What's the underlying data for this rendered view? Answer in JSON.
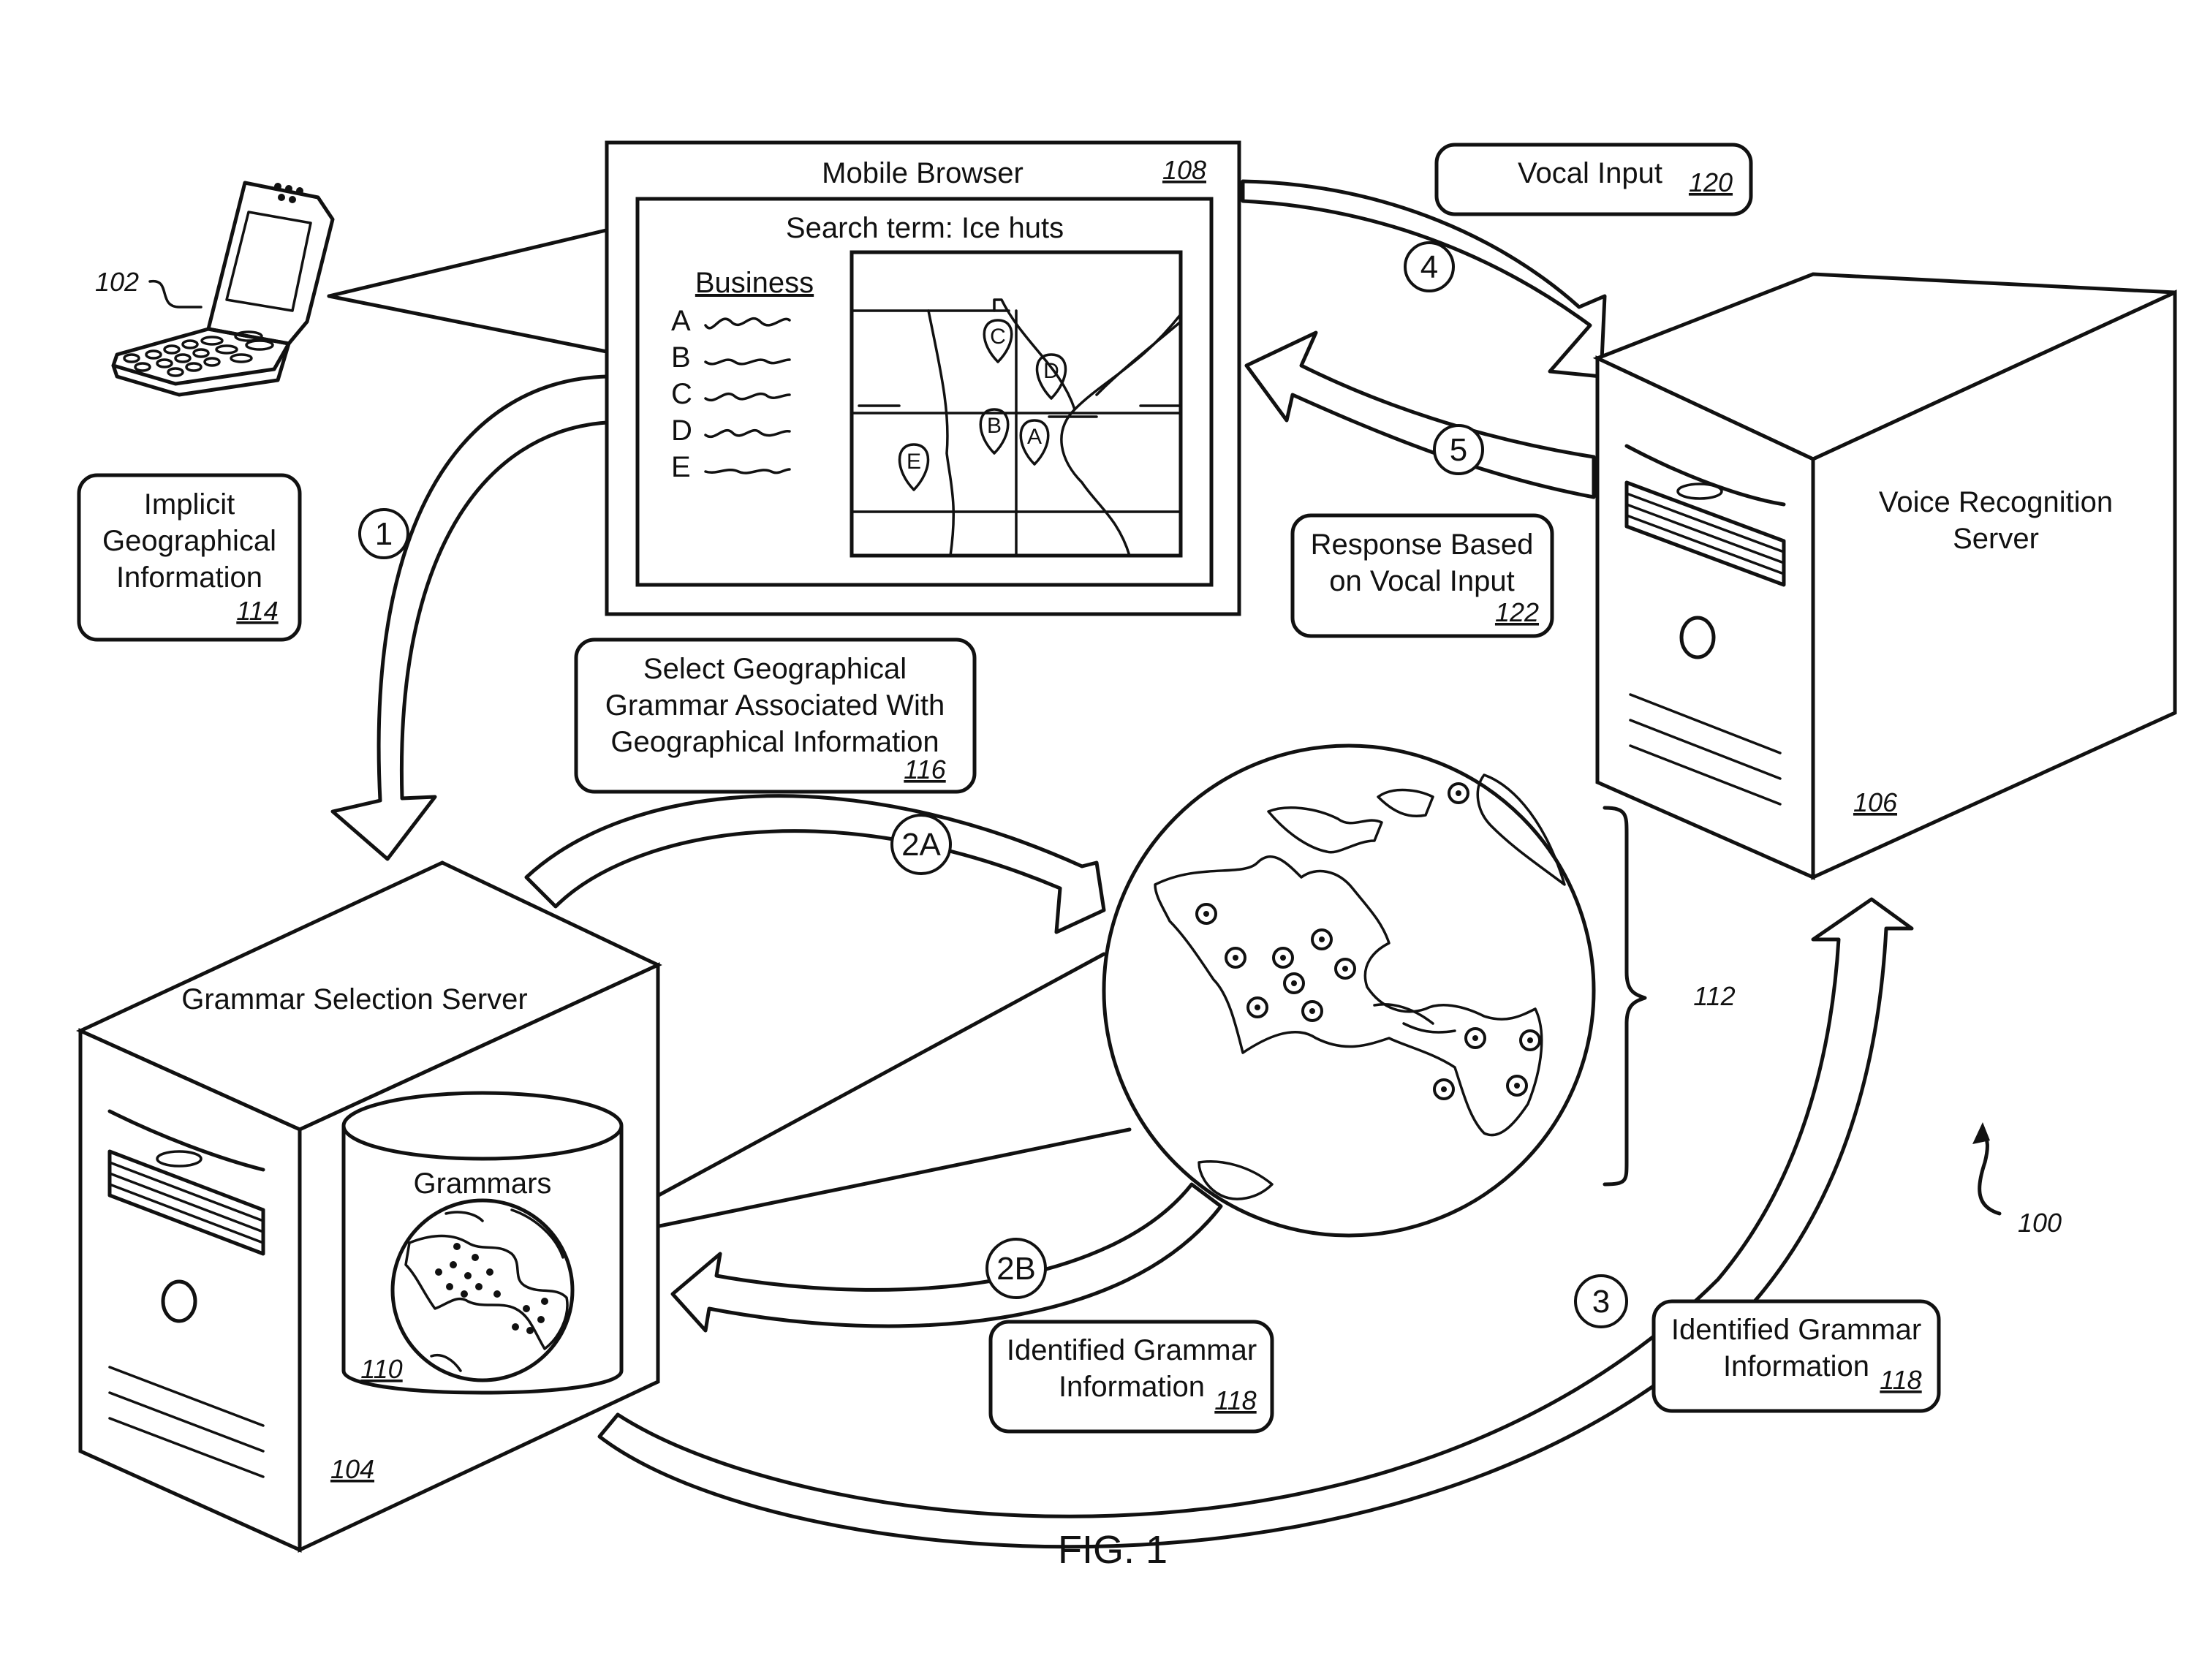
{
  "figure_label": "FIG. 1",
  "mobile_browser": {
    "title": "Mobile Browser",
    "ref": "108",
    "search_term": "Search term: Ice huts",
    "list_heading": "Business",
    "list_items": [
      "A",
      "B",
      "C",
      "D",
      "E"
    ],
    "map_markers": [
      "A",
      "B",
      "C",
      "D",
      "E"
    ]
  },
  "device_ref": "102",
  "vocal_input": {
    "label": "Vocal Input",
    "ref": "120"
  },
  "implicit_geo": {
    "lines": [
      "Implicit",
      "Geographical",
      "Information"
    ],
    "ref": "114"
  },
  "select_grammar": {
    "lines": [
      "Select Geographical",
      "Grammar Associated With",
      "Geographical Information"
    ],
    "ref": "116"
  },
  "response": {
    "lines": [
      "Response Based",
      "on Vocal Input"
    ],
    "ref": "122"
  },
  "voice_server": {
    "lines": [
      "Voice Recognition",
      "Server"
    ],
    "ref": "106"
  },
  "grammar_server": {
    "label": "Grammar Selection Server",
    "ref": "104"
  },
  "grammars": {
    "label": "Grammars",
    "ref": "110"
  },
  "globe_ref": "112",
  "identified_2b": {
    "lines": [
      "Identified Grammar",
      "Information"
    ],
    "ref": "118"
  },
  "identified_3": {
    "lines": [
      "Identified Grammar",
      "Information"
    ],
    "ref": "118"
  },
  "steps": [
    "1",
    "2A",
    "2B",
    "3",
    "4",
    "5"
  ],
  "system_ref": "100"
}
